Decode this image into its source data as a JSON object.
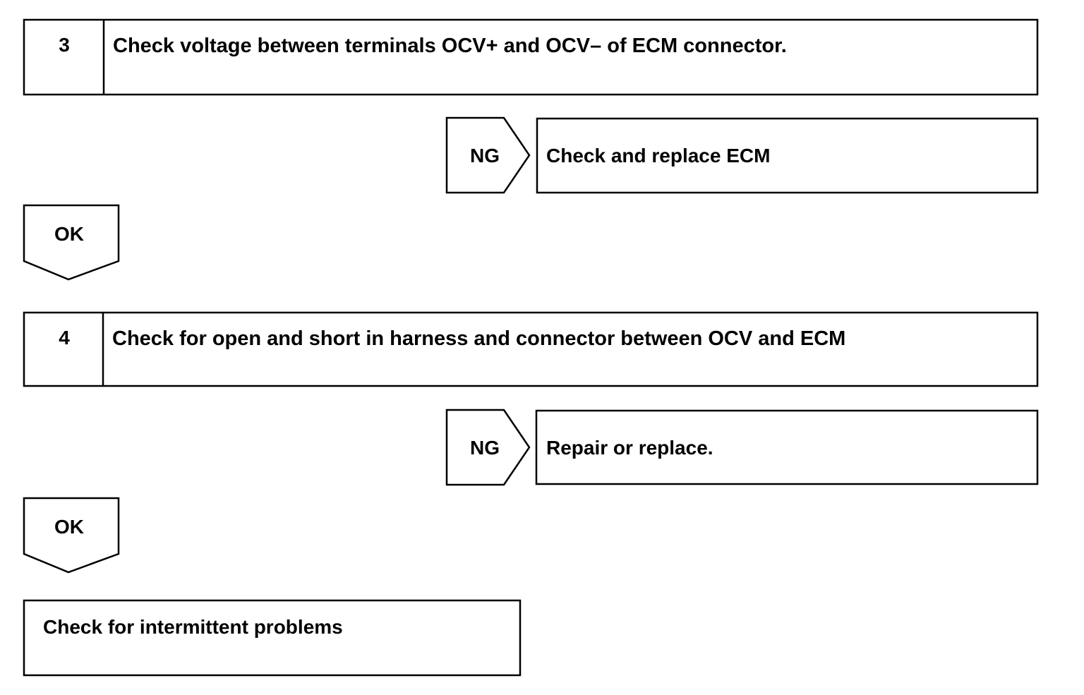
{
  "steps": [
    {
      "number": "3",
      "text": "Check voltage between terminals OCV+ and OCV– of ECM connector.",
      "ng_label": "NG",
      "ng_action": "Check and replace ECM",
      "ok_label": "OK"
    },
    {
      "number": "4",
      "text": "Check for open and short in harness and connector between OCV and ECM",
      "ng_label": "NG",
      "ng_action": "Repair or replace.",
      "ok_label": "OK"
    }
  ],
  "final": {
    "text": "Check for intermittent problems"
  },
  "colors": {
    "line": "#000000",
    "background": "#ffffff"
  }
}
